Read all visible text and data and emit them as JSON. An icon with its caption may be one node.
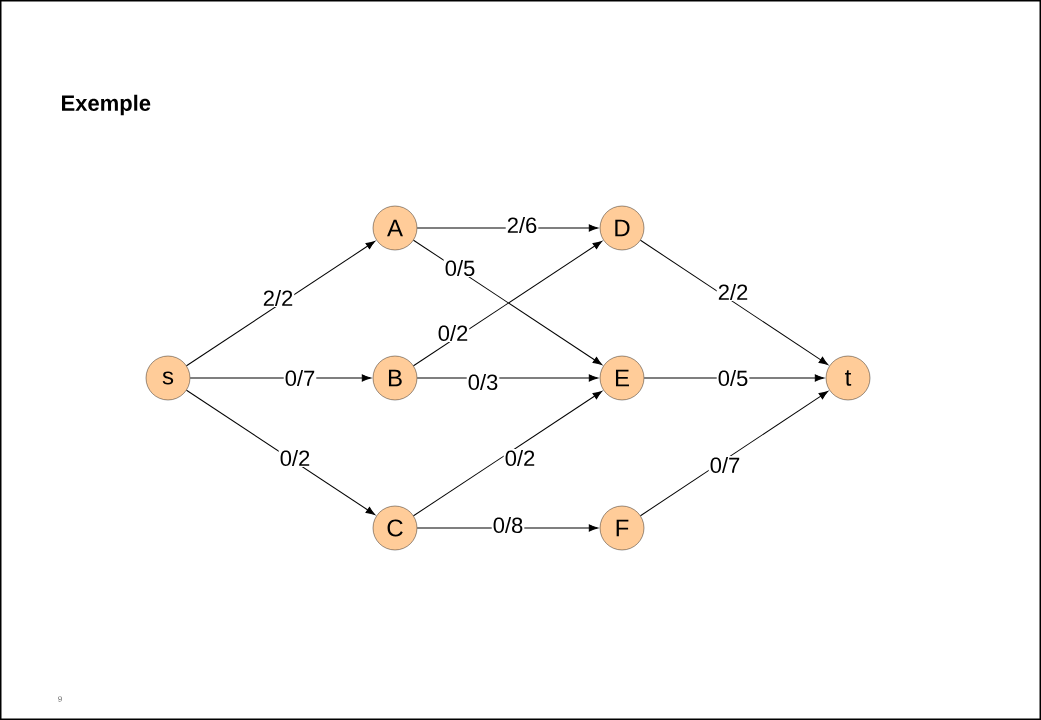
{
  "diagram": {
    "title": "Exemple",
    "nodes": [
      {
        "text": [
          "s"
        ]
      },
      {
        "text": [
          "A"
        ]
      },
      {
        "text": [
          "B"
        ]
      },
      {
        "text": [
          "C"
        ]
      },
      {
        "text": [
          "D"
        ]
      },
      {
        "text": [
          "E"
        ]
      },
      {
        "text": [
          "F"
        ]
      },
      {
        "text": [
          "t"
        ]
      }
    ],
    "edges": [
      {
        "from": 0,
        "to": 1,
        "arrow": "to",
        "label": "2/2"
      },
      {
        "from": 0,
        "to": 2,
        "arrow": "to",
        "label": "0/7"
      },
      {
        "from": 0,
        "to": 3,
        "arrow": "to",
        "label": "0/2"
      },
      {
        "from": 1,
        "to": 4,
        "arrow": "to",
        "label": "2/6"
      },
      {
        "from": 1,
        "to": 5,
        "arrow": "to",
        "label": "0/5"
      },
      {
        "from": 2,
        "to": 4,
        "arrow": "to",
        "label": "0/2"
      },
      {
        "from": 2,
        "to": 5,
        "arrow": "to",
        "label": "0/3"
      },
      {
        "from": 3,
        "to": 5,
        "arrow": "to",
        "label": "0/2"
      },
      {
        "from": 3,
        "to": 6,
        "arrow": "to",
        "label": "0/8"
      },
      {
        "from": 4,
        "to": 7,
        "arrow": "to",
        "label": "2/2"
      },
      {
        "from": 5,
        "to": 7,
        "arrow": "to",
        "label": "0/5"
      },
      {
        "from": 6,
        "to": 7,
        "arrow": "to",
        "label": "0/7"
      }
    ],
    "labels": [
      "9"
    ]
  }
}
